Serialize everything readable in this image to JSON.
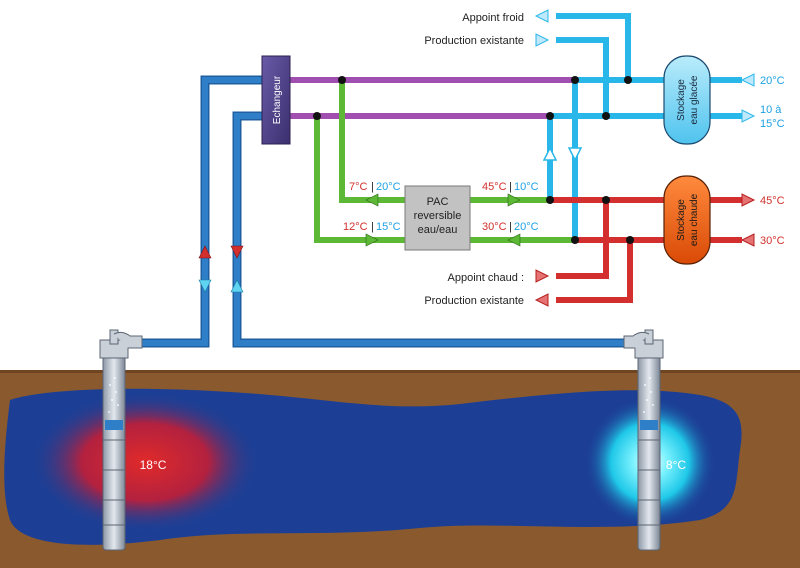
{
  "labels": {
    "appoint_froid_1": "Appoint froid",
    "appoint_froid_2": "Production existante",
    "appoint_chaud_1": "Appoint chaud :",
    "appoint_chaud_2": "Production existante",
    "echangeur": "Echangeur",
    "pac_1": "PAC",
    "pac_2": "reversible",
    "pac_3": "eau/eau",
    "stockage_froid_1": "Stockage",
    "stockage_froid_2": "eau glacée",
    "stockage_chaud_1": "Stockage",
    "stockage_chaud_2": "eau chaude",
    "t_20c_right": "20°C",
    "t_10a": "10 à",
    "t_15c": "15°C",
    "t_45c_right": "45°C",
    "t_30c_right": "30°C",
    "t_7c": "7°C",
    "t_20c_left": "20°C",
    "t_45c_mid": "45°C",
    "t_10c_mid": "10°C",
    "t_12c": "12°C",
    "t_15c_left": "15°C",
    "t_30c_mid": "30°C",
    "t_20c_mid": "20°C",
    "sep": "|",
    "warm_aquifer_temp": "18°C",
    "cold_aquifer_temp": "8°C"
  },
  "colors": {
    "cold_pipe": "#29b6e8",
    "hot_pipe": "#d32f2f",
    "purple_pipe": "#a04fb0",
    "green_pipe": "#5cb835",
    "well_pipe": "#2f7fc8",
    "earth": "#8a5a2e",
    "aquifer": "#1c3f95",
    "exchanger": "#4a3d86",
    "pac_box": "#b9b9b9",
    "cold_tank": "#6fd0f2",
    "hot_tank": "#e8590c",
    "blue_text": "#1da1e2",
    "red_text": "#d0312d"
  }
}
